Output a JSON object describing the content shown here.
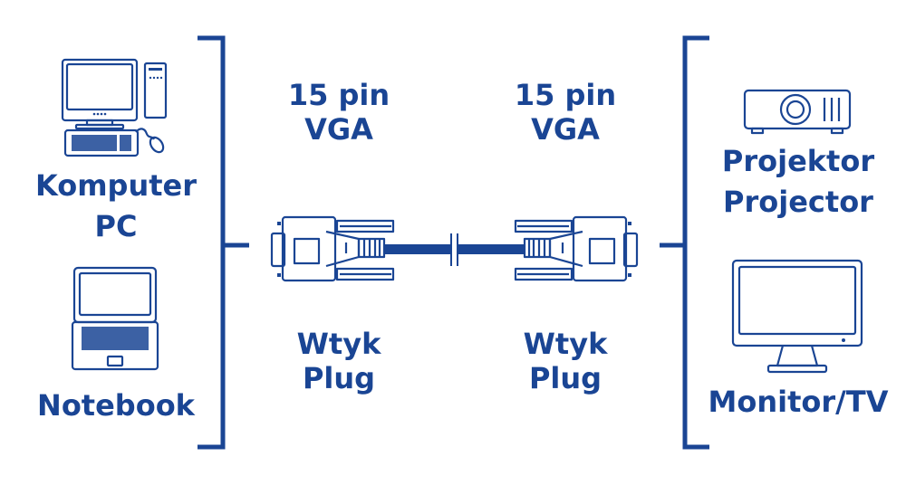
{
  "colors": {
    "primary": "#1a4594",
    "background": "#ffffff"
  },
  "left_side": {
    "computer_label_pl": "Komputer",
    "computer_label_en": "PC",
    "notebook_label": "Notebook"
  },
  "right_side": {
    "projector_label_pl": "Projektor",
    "projector_label_en": "Projector",
    "monitor_label": "Monitor/TV"
  },
  "connector_left": {
    "spec_line1": "15 pin",
    "spec_line2": "VGA",
    "type_pl": "Wtyk",
    "type_en": "Plug"
  },
  "connector_right": {
    "spec_line1": "15 pin",
    "spec_line2": "VGA",
    "type_pl": "Wtyk",
    "type_en": "Plug"
  },
  "icons": [
    "desktop-computer-icon",
    "notebook-icon",
    "projector-icon",
    "monitor-icon",
    "vga-plug-icon"
  ]
}
